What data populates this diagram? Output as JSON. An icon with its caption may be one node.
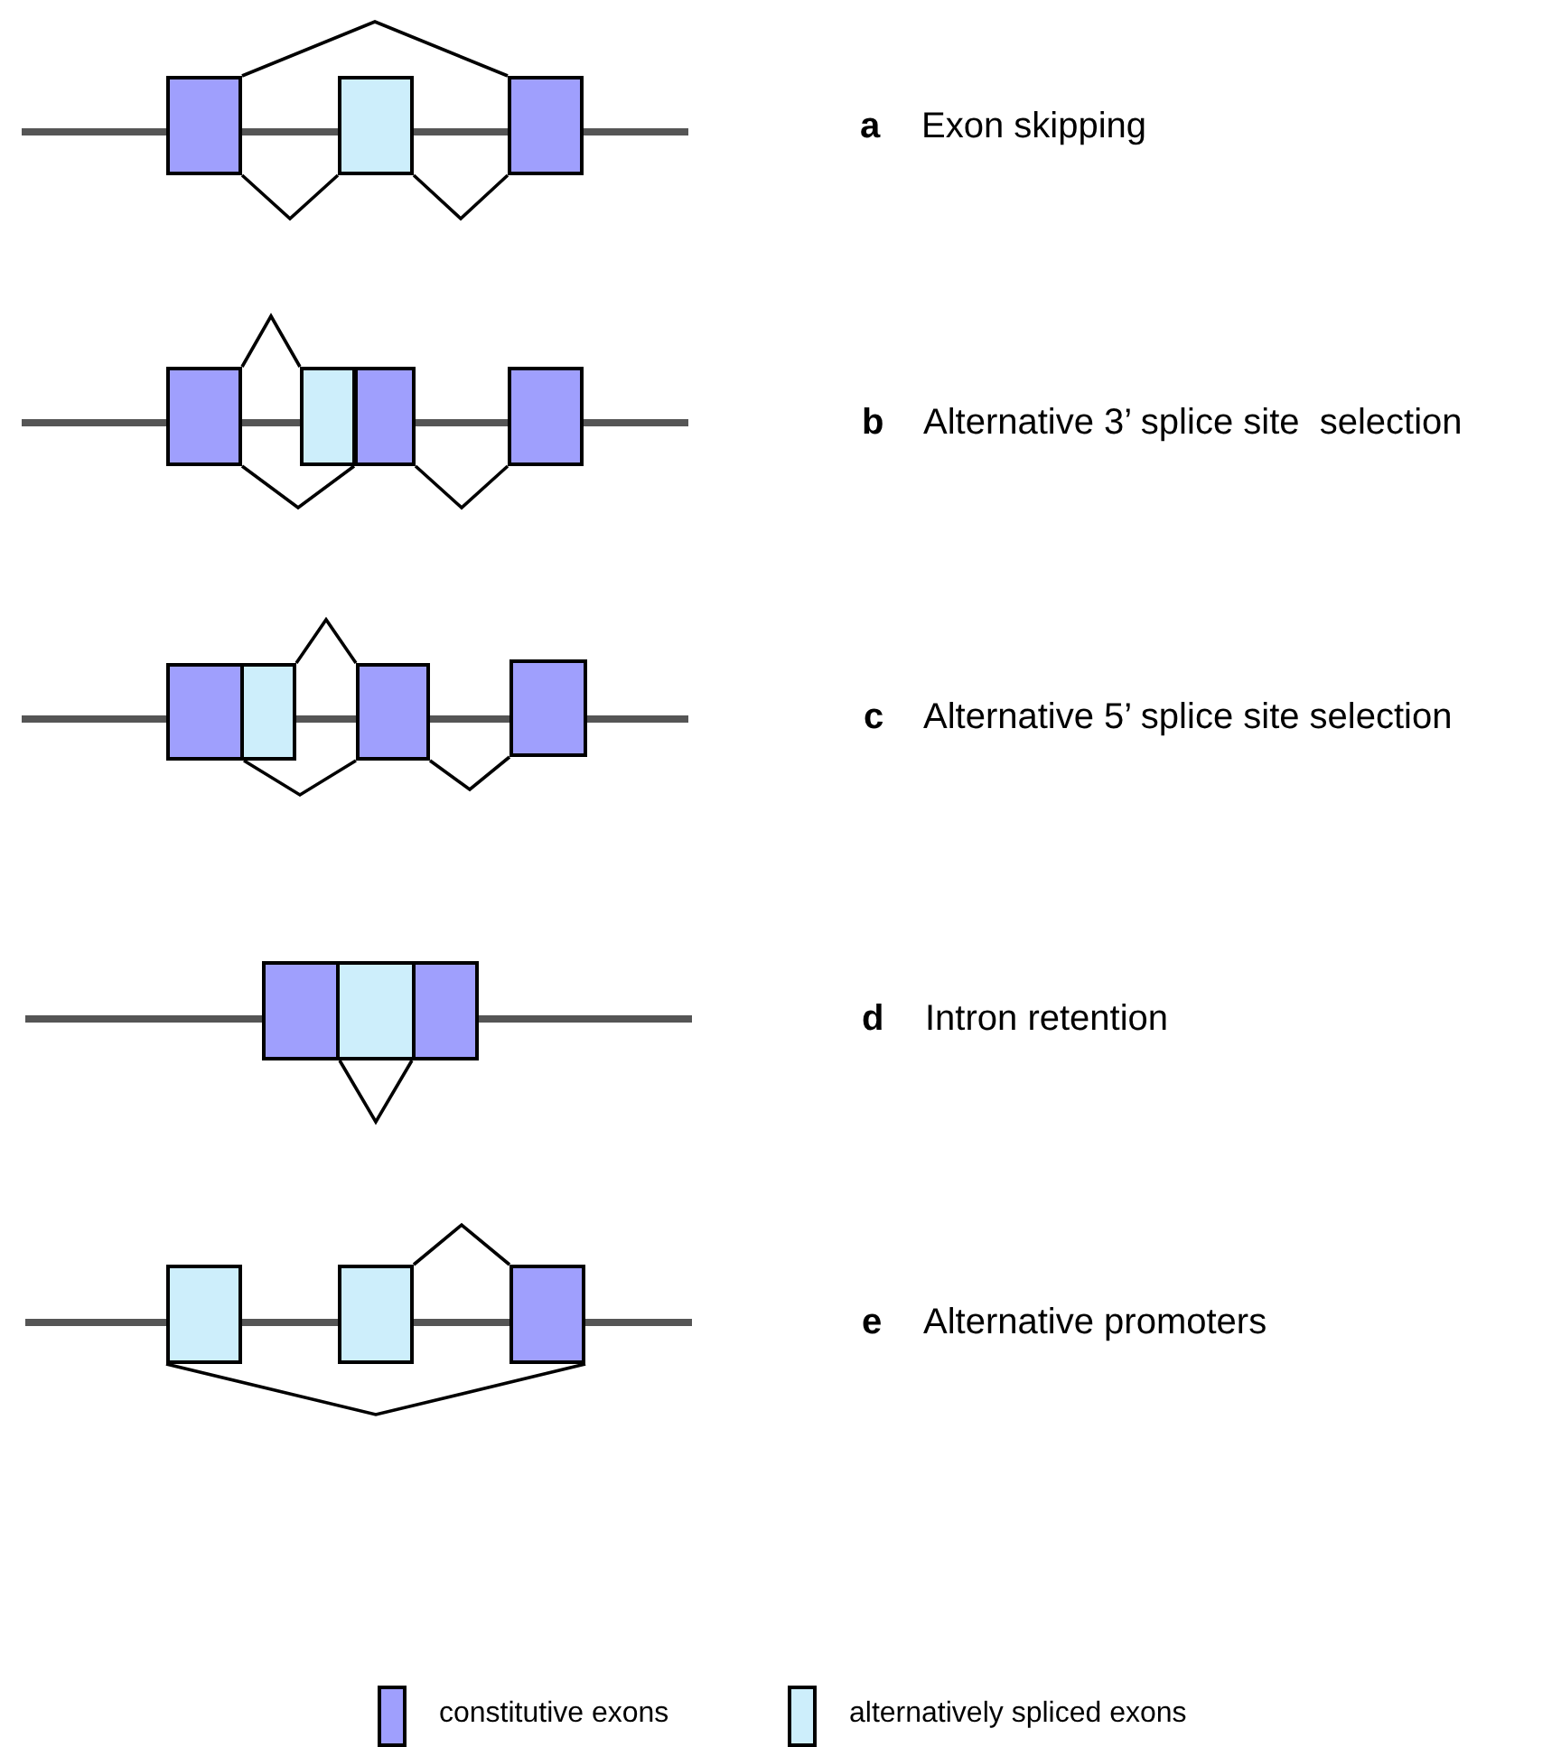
{
  "diagram": {
    "nodes": [
      {
        "text": [],
        "shape": "box"
      },
      {
        "text": [],
        "shape": "box"
      },
      {
        "text": [],
        "shape": "box"
      },
      {
        "text": [],
        "shape": "box"
      },
      {
        "text": [],
        "shape": "box"
      },
      {
        "text": [],
        "shape": "box"
      },
      {
        "text": [],
        "shape": "box"
      },
      {
        "text": [],
        "shape": "box"
      },
      {
        "text": [],
        "shape": "box"
      },
      {
        "text": [],
        "shape": "box"
      },
      {
        "text": [],
        "shape": "box"
      },
      {
        "text": [],
        "shape": "box"
      },
      {
        "text": [],
        "shape": "box"
      },
      {
        "text": [],
        "shape": "box"
      },
      {
        "text": [],
        "shape": "box"
      },
      {
        "text": [],
        "shape": "box"
      },
      {
        "text": [],
        "shape": "box"
      }
    ],
    "edges": [
      {
        "from": 0,
        "to": 2,
        "arrow": "none"
      },
      {
        "from": 0,
        "to": 1,
        "arrow": "none"
      },
      {
        "from": 1,
        "to": 2,
        "arrow": "none"
      },
      {
        "from": 3,
        "to": 4,
        "arrow": "none"
      },
      {
        "from": 3,
        "to": 5,
        "arrow": "none"
      },
      {
        "from": 5,
        "to": 6,
        "arrow": "none"
      },
      {
        "from": 8,
        "to": 9,
        "arrow": "none"
      },
      {
        "from": 7,
        "to": 9,
        "arrow": "none"
      },
      {
        "from": 9,
        "to": 10,
        "arrow": "none"
      },
      {
        "from": 11,
        "to": 13,
        "arrow": "none"
      },
      {
        "from": 15,
        "to": 16,
        "arrow": "none"
      },
      {
        "from": 14,
        "to": 16,
        "arrow": "none"
      }
    ],
    "labels": [
      "a",
      "Exon skipping",
      "b",
      "Alternative 3’ splice site  selection",
      "c",
      "Alternative 5’ splice site selection",
      "d",
      "Intron retention",
      "e",
      "Alternative promoters"
    ],
    "legend": [
      {
        "text": "constitutive exons",
        "color": "#9f9ffd"
      },
      {
        "text": "alternatively spliced exons",
        "color": "#cdeefb"
      }
    ]
  }
}
